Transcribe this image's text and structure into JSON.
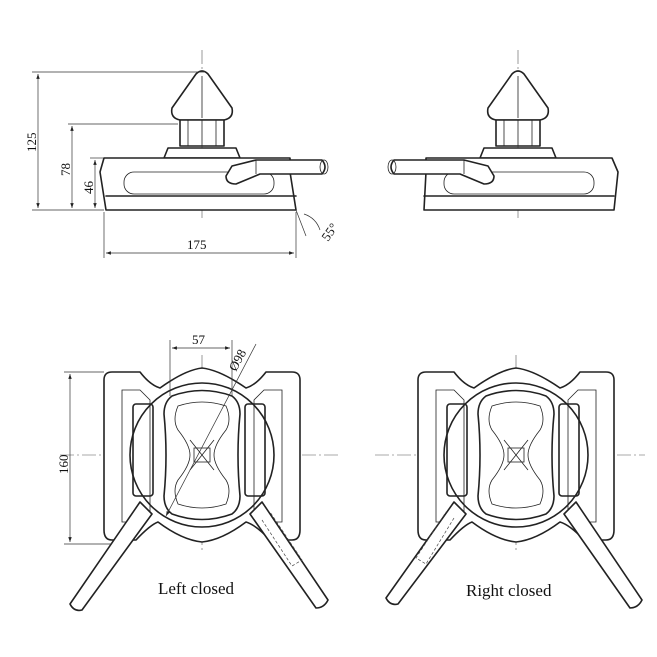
{
  "dimensions": {
    "overall_height": "125",
    "mid_height": "78",
    "base_height": "46",
    "base_length": "175",
    "base_angle": "55°",
    "width_57": "57",
    "diameter": "Ø98",
    "plan_height": "160"
  },
  "captions": {
    "left": "Left closed",
    "right": "Right closed"
  }
}
